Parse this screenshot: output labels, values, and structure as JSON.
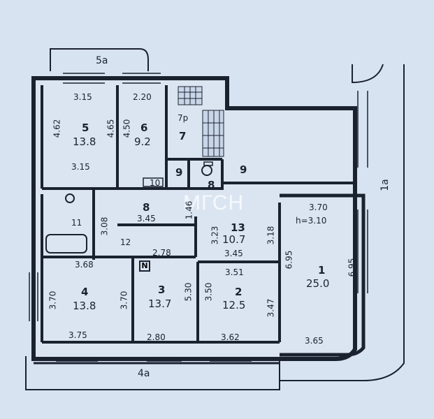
{
  "watermark": "МГСН",
  "balconies": {
    "top": "5а",
    "bottom": "4а",
    "right": "1а"
  },
  "rooms": {
    "r1": {
      "number": "1",
      "area": "25.0",
      "height": "h=3.10",
      "dims": [
        "3.70",
        "6.95",
        "6.95",
        "3.65"
      ]
    },
    "r2": {
      "number": "2",
      "area": "12.5",
      "dims": [
        "3.51",
        "3.50",
        "3.47",
        "3.62"
      ]
    },
    "r3": {
      "number": "3",
      "area": "13.7",
      "dims": [
        "2.78",
        "5.30",
        "2.80"
      ]
    },
    "r4": {
      "number": "4",
      "area": "13.8",
      "dims": [
        "3.70",
        "3.70",
        "3.68",
        "3.75"
      ]
    },
    "r5": {
      "number": "5",
      "area": "13.8",
      "dims": [
        "3.15",
        "4.62",
        "4.65",
        "3.15"
      ]
    },
    "r6": {
      "number": "6",
      "area": "9.2",
      "dims": [
        "2.20",
        "4.50"
      ]
    },
    "r7": {
      "number": "7",
      "label": "7р"
    },
    "r8": {
      "number": "8"
    },
    "r9": {
      "number": "9"
    },
    "r10": {
      "number": "10"
    },
    "r11": {
      "number": "11",
      "dims": [
        "3.08"
      ]
    },
    "r12": {
      "number": "12"
    },
    "r13": {
      "number": "13",
      "area": "10.7",
      "dims": [
        "3.23",
        "3.45",
        "3.18"
      ]
    },
    "hall": {
      "number": "8",
      "dims": [
        "3.45",
        "1.46"
      ]
    },
    "corridor": {
      "number": "9"
    }
  },
  "marker": "N"
}
